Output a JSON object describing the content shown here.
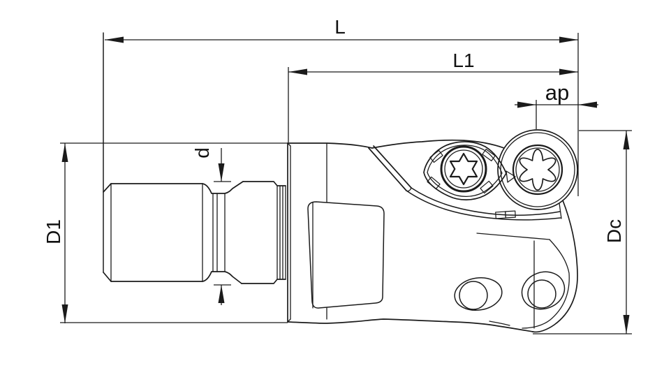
{
  "page": {
    "background": "#ffffff"
  },
  "drawing": {
    "subject": "indexable-milling-cutter-side-view",
    "line_color": "#1b1b1b",
    "labels": {
      "overall_length": "L",
      "functional_length": "L1",
      "depth_of_cut": "ap",
      "neck_diameter": "d",
      "shank_diameter": "D1",
      "cutting_diameter": "Dc"
    },
    "icons": {
      "insert_screw_left": "torx-star-screw",
      "insert_screw_right": "torx-lobe-screw"
    }
  }
}
